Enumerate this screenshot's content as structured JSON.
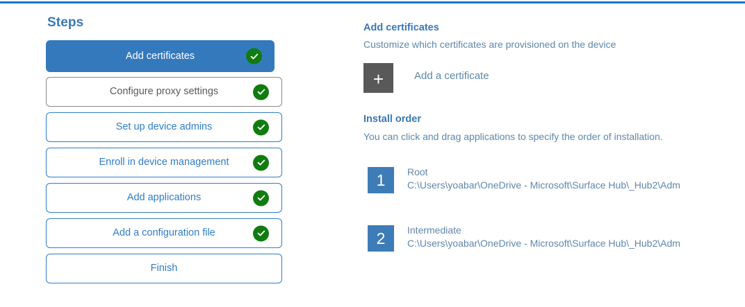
{
  "theme": {
    "accent_blue": "#0078d4",
    "step_blue": "#2f7dc4",
    "active_step_bg": "#3579bd",
    "heading_blue": "#3a78b5",
    "body_blue": "#5e87ab",
    "check_green": "#107c10",
    "badge_blue": "#3e7cb8",
    "plus_gray": "#595959",
    "neutral_text": "#5a5a5a",
    "neutral_border": "#8a8886"
  },
  "steps": {
    "heading": "Steps",
    "items": [
      {
        "label": "Add certificates",
        "state": "active",
        "complete": true,
        "check_icon": "check-circle-icon"
      },
      {
        "label": "Configure proxy settings",
        "state": "neutral",
        "complete": true,
        "check_icon": "check-circle-icon"
      },
      {
        "label": "Set up device admins",
        "state": "default",
        "complete": true,
        "check_icon": "check-circle-icon"
      },
      {
        "label": "Enroll in device management",
        "state": "default",
        "complete": true,
        "check_icon": "check-circle-icon"
      },
      {
        "label": "Add applications",
        "state": "default",
        "complete": true,
        "check_icon": "check-circle-icon"
      },
      {
        "label": "Add a configuration file",
        "state": "default",
        "complete": true,
        "check_icon": "check-circle-icon"
      },
      {
        "label": "Finish",
        "state": "default",
        "complete": false,
        "check_icon": ""
      }
    ]
  },
  "detail": {
    "certificates": {
      "heading": "Add certificates",
      "subtitle": "Customize which certificates are provisioned on the device",
      "add_button_icon": "plus-icon",
      "add_button_glyph": "+",
      "add_link_label": "Add a certificate"
    },
    "install_order": {
      "heading": "Install order",
      "subtitle": "You can click and drag applications to specify the order of installation.",
      "items": [
        {
          "number": "1",
          "name": "Root",
          "path": "C:\\Users\\yoabar\\OneDrive - Microsoft\\Surface Hub\\_Hub2\\Adm"
        },
        {
          "number": "2",
          "name": "Intermediate",
          "path": "C:\\Users\\yoabar\\OneDrive - Microsoft\\Surface Hub\\_Hub2\\Adm"
        }
      ]
    }
  }
}
